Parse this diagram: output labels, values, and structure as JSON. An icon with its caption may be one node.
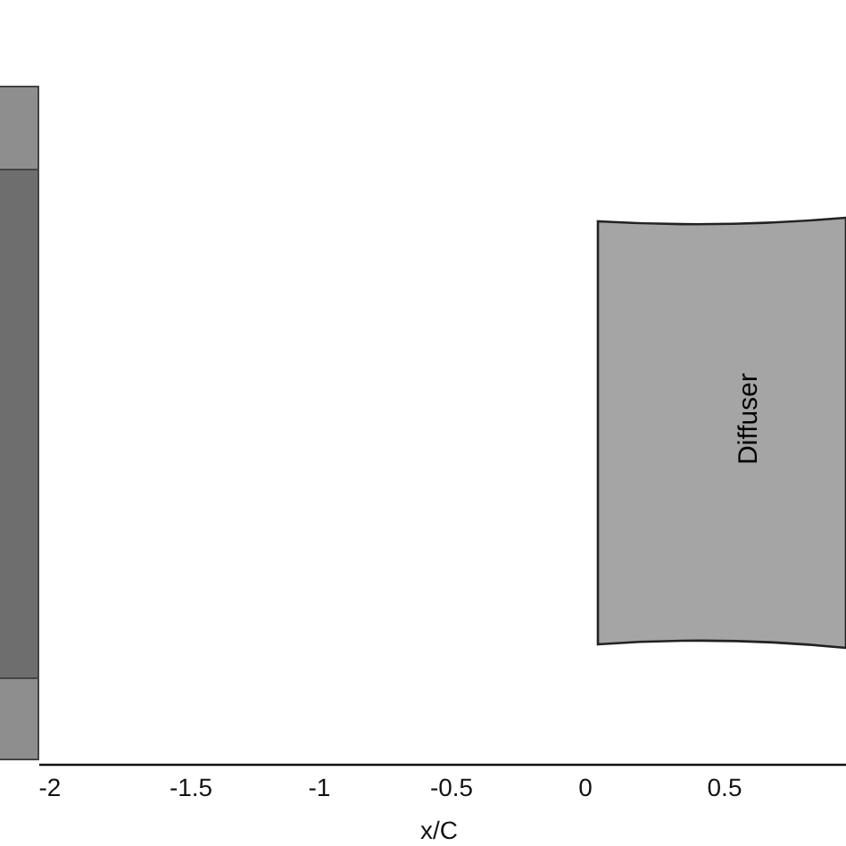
{
  "diagram": {
    "nodes": [
      {
        "text": [],
        "shape": "box"
      },
      {
        "text": [
          "Diffuser"
        ]
      }
    ],
    "edges": [],
    "labels": [
      "-2",
      "-1.5",
      "-1",
      "-0.5",
      "0",
      "0.5",
      "x/C"
    ]
  }
}
